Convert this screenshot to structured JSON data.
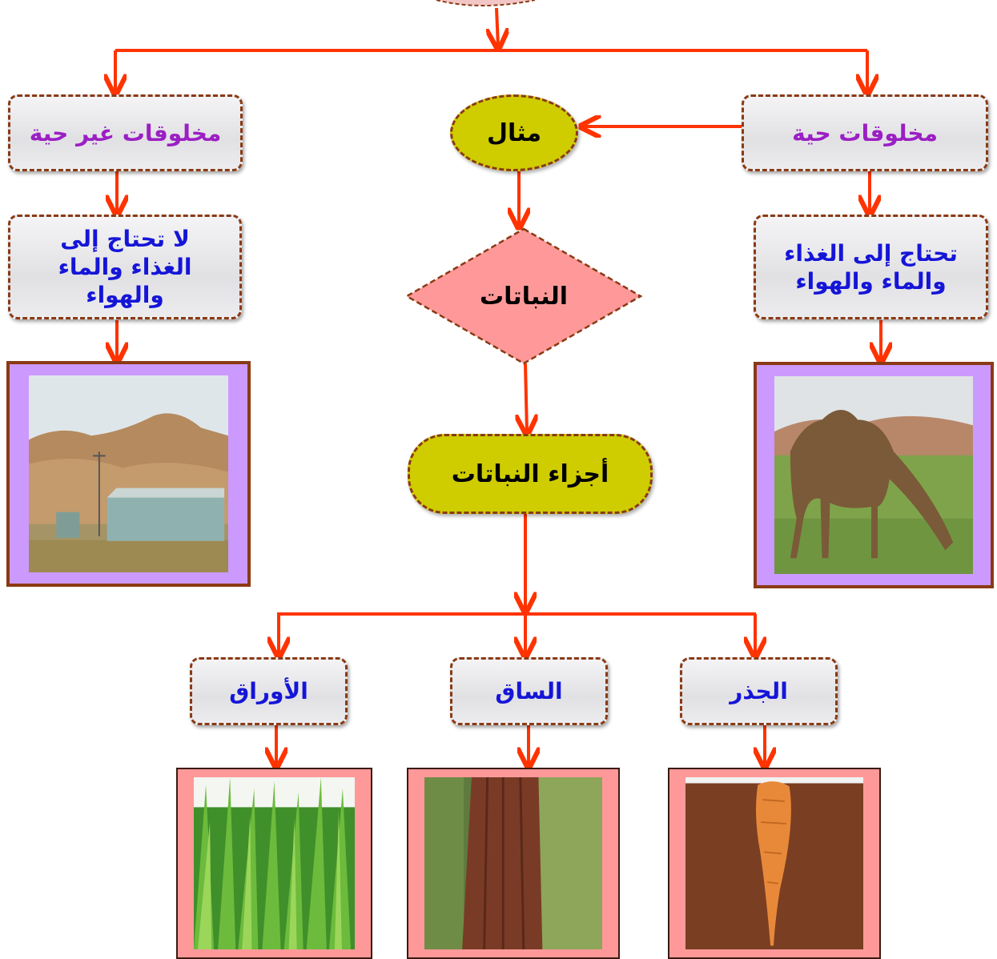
{
  "nodes": {
    "living": "مخلوقات حية",
    "nonliving": "مخلوقات غير حية",
    "example": "مثال",
    "plants": "النباتات",
    "living_needs": "تحتاج إلى الغذاء والماء والهواء",
    "nonliving_needs": "لا تحتاج إلى الغذاء والماء والهواء",
    "plant_parts": "أجزاء النباتات",
    "root": "الجذر",
    "stem": "الساق",
    "leaves": "الأوراق"
  },
  "images": {
    "living": "camel grazing in a field",
    "nonliving": "buildings in the desert",
    "root": "carrot in soil",
    "stem": "tree trunk",
    "leaves": "green leaves"
  },
  "colors": {
    "arrow": "#ff3300",
    "border": "#8a3a14",
    "purple_text": "#9b1fc4",
    "blue_text": "#1515d8",
    "oval_fill": "#cfcc00",
    "diamond_fill": "#ff9999",
    "violet_frame": "#cc99ff",
    "pink_frame": "#ff9999"
  }
}
